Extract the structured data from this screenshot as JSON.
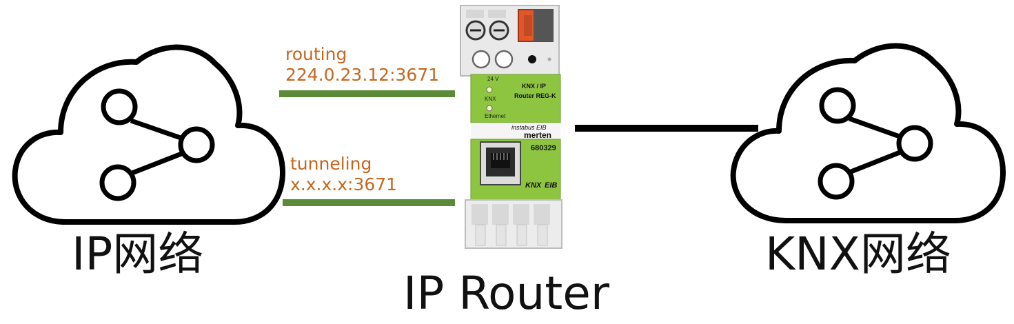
{
  "labels": {
    "ip_network": "IP网络",
    "knx_network": "KNX网络",
    "router": "IP Router"
  },
  "connections": {
    "routing": {
      "name": "routing",
      "address": "224.0.23.12:3671"
    },
    "tunneling": {
      "name": "tunneling",
      "address": "x.x.x.x:3671"
    }
  },
  "device": {
    "voltage": "24 V",
    "led_knx": "KNX",
    "led_ethernet": "Ethernet",
    "title_line1": "KNX / IP",
    "title_line2": "Router REG-K",
    "brand_small": "instabus EIB",
    "brand": "merten",
    "model": "680329",
    "logo_knx": "KNX",
    "logo_eib": "EIB"
  },
  "colors": {
    "link_green": "#5b8a38",
    "label_orange": "#c8661c",
    "device_green": "#8ec540",
    "terminal_orange": "#e2572a"
  },
  "icons": {
    "ip_cloud": "cloud-share-icon",
    "knx_cloud": "cloud-share-icon"
  }
}
